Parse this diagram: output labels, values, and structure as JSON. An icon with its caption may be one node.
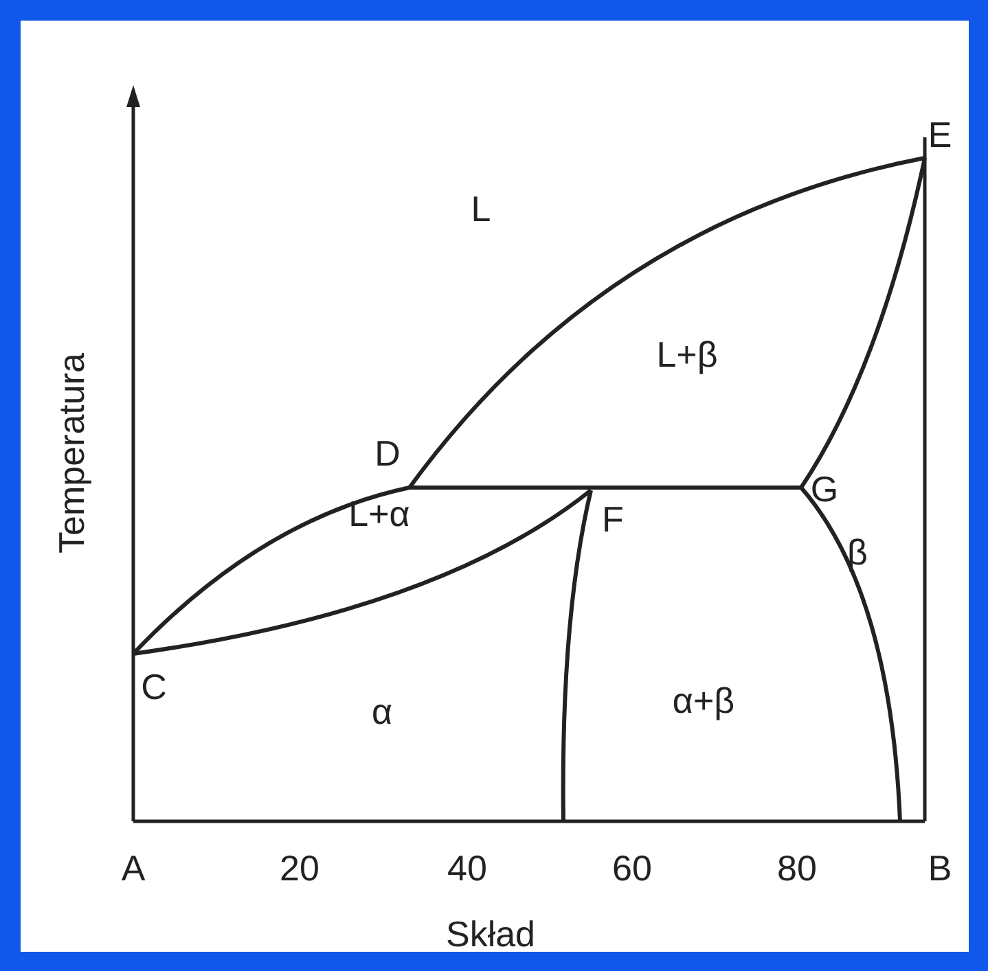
{
  "diagram": {
    "labels": [
      "E",
      "L",
      "L+β",
      "D",
      "L+α",
      "F",
      "G",
      "β",
      "C",
      "α",
      "α+β",
      "A",
      "20",
      "40",
      "60",
      "80",
      "B",
      "Skład",
      "Temperatura"
    ]
  }
}
